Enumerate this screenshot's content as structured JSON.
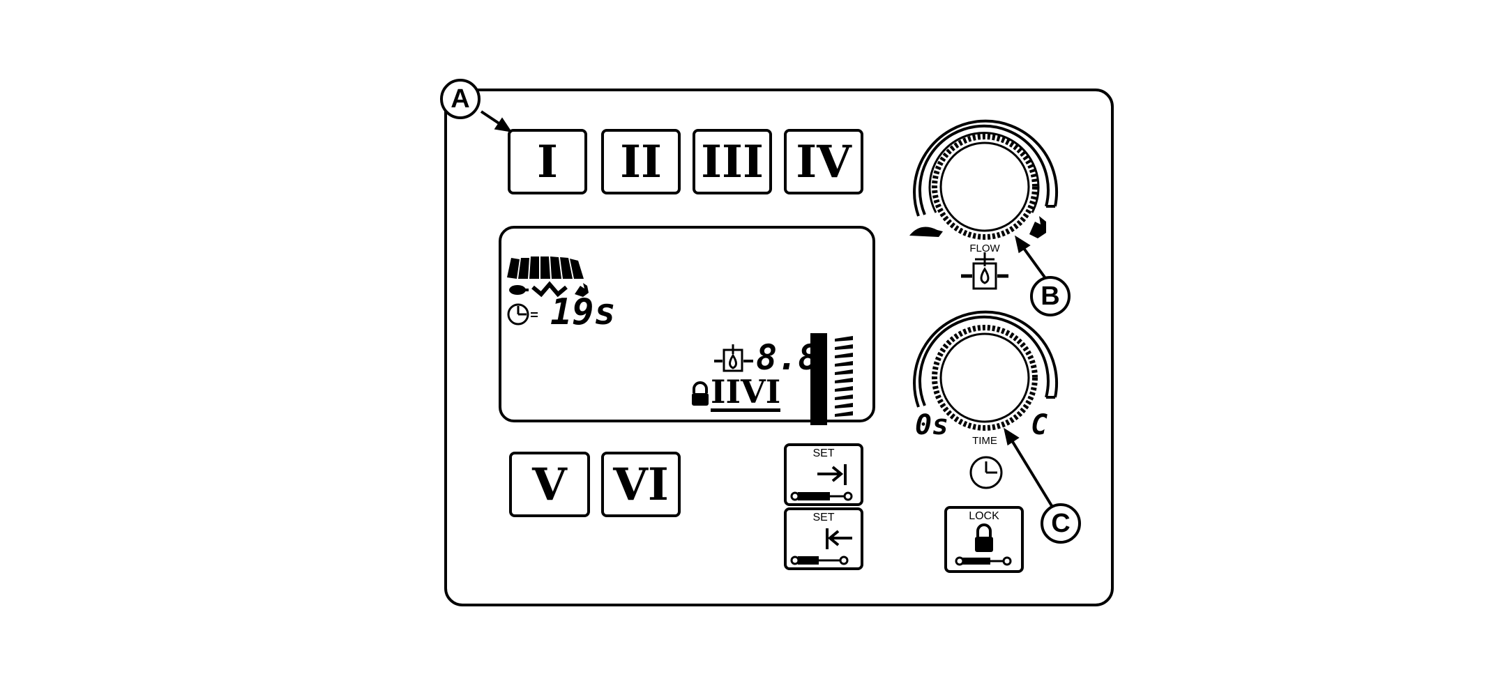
{
  "mode_buttons": {
    "I": "I",
    "II": "II",
    "III": "III",
    "IV": "IV",
    "V": "V",
    "VI": "VI"
  },
  "display": {
    "timer_value": "19s",
    "flow_value": "8.8",
    "locked_modes": [
      "II",
      "V",
      "I"
    ]
  },
  "knobs": {
    "flow_label": "FLOW",
    "time_label": "TIME",
    "time_min": "0s",
    "time_max": "C"
  },
  "set_buttons": {
    "set_extend": "SET",
    "set_retract": "SET"
  },
  "lock_button": {
    "label": "LOCK"
  },
  "callouts": {
    "a": "A",
    "b": "B",
    "c": "C"
  },
  "icons": {
    "knob": "gear-knob-icon",
    "turtle": "turtle-icon",
    "rabbit": "rabbit-icon",
    "flow": "hydraulic-flow-icon",
    "clock": "clock-icon",
    "lock": "padlock-icon",
    "cylinder": "hydraulic-cylinder-icon"
  }
}
